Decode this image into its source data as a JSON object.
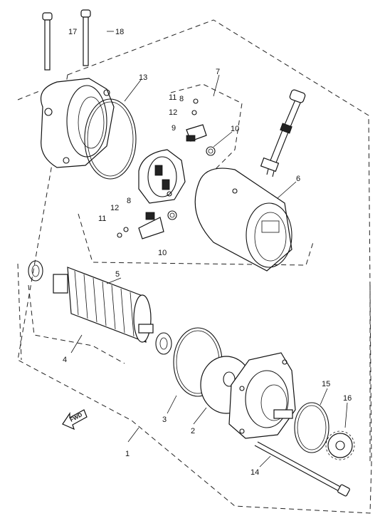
{
  "callouts": {
    "c1": "1",
    "c2": "2",
    "c3": "3",
    "c4": "4",
    "c5": "5",
    "c6": "6",
    "c7": "7",
    "c8": "8",
    "c8b": "8",
    "c9": "9",
    "c10": "10",
    "c10b": "10",
    "c11": "11",
    "c11b": "11",
    "c12": "12",
    "c12b": "12",
    "c13": "13",
    "c14": "14",
    "c15": "15",
    "c16": "16",
    "c17": "17",
    "c18": "18"
  },
  "direction_arrow": "FWD"
}
